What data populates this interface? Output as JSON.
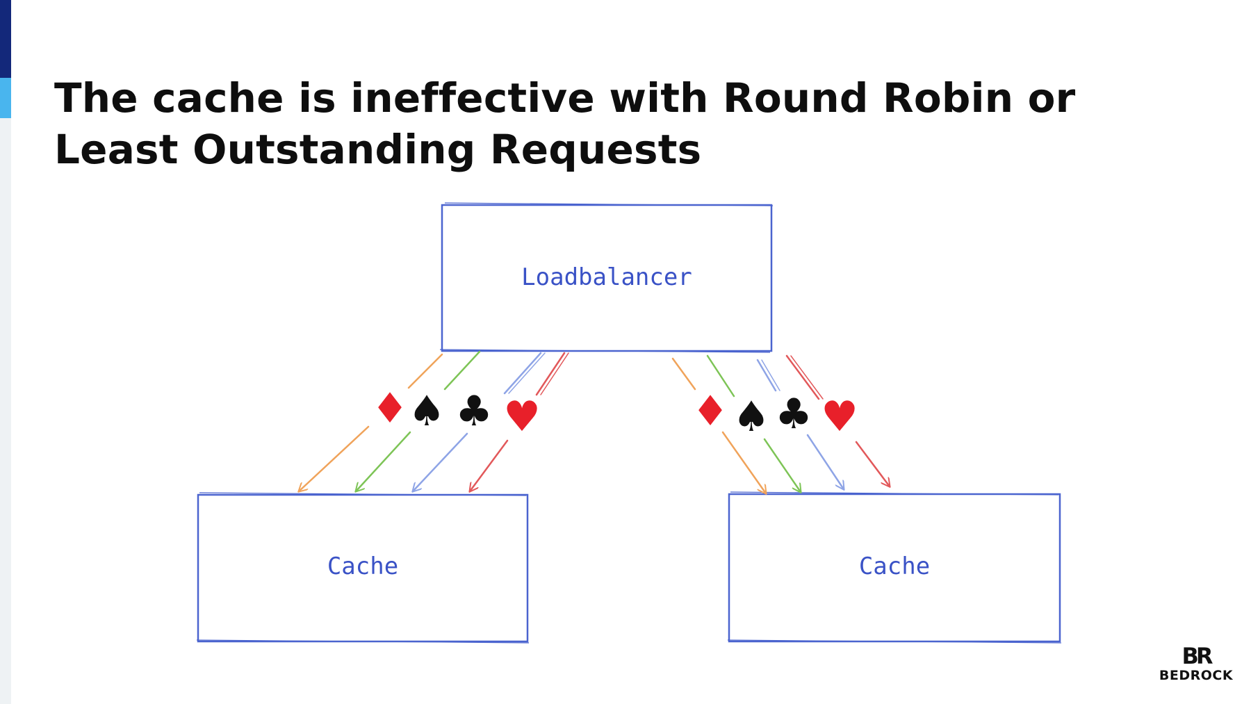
{
  "slide": {
    "title": "The cache is ineffective with Round Robin or Least Outstanding Requests"
  },
  "diagram": {
    "loadbalancer": {
      "label": "Loadbalancer"
    },
    "caches": [
      {
        "label": "Cache"
      },
      {
        "label": "Cache"
      }
    ],
    "request_suits": [
      {
        "symbol": "♦",
        "name": "diamond-icon",
        "color": "#e8202a"
      },
      {
        "symbol": "♠",
        "name": "spade-icon",
        "color": "#111111"
      },
      {
        "symbol": "♣",
        "name": "club-icon",
        "color": "#111111"
      },
      {
        "symbol": "♥",
        "name": "heart-icon",
        "color": "#e8202a"
      }
    ],
    "arrow_colors": [
      "#f0a35a",
      "#7dc456",
      "#8ea4e6",
      "#e2585a"
    ],
    "box_color": "#4b64cf"
  },
  "logo": {
    "mark": "BR",
    "text": "BEDROCK"
  }
}
